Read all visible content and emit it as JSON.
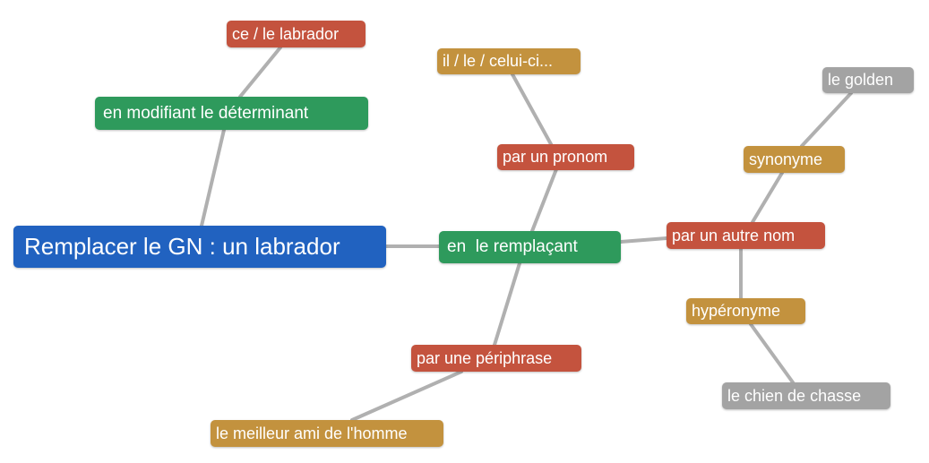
{
  "colors": {
    "root": "#2162c0",
    "green": "#2e9a5c",
    "red": "#c4533e",
    "gold": "#c3923e",
    "gray": "#a3a3a3",
    "link": "#b0b0b0"
  },
  "mindmap": {
    "root": {
      "label": "Remplacer le GN : un labrador"
    },
    "modifier": {
      "label": "en modifiant le déterminant"
    },
    "modifier_example": {
      "label": "ce / le labrador"
    },
    "replacer": {
      "label": "en  le remplaçant"
    },
    "pronoun": {
      "label": "par un pronom"
    },
    "pronoun_example": {
      "label": "il / le / celui-ci..."
    },
    "other_noun": {
      "label": "par un autre nom"
    },
    "synonym": {
      "label": "synonyme"
    },
    "synonym_example": {
      "label": "le golden"
    },
    "hypernym": {
      "label": "hypéronyme"
    },
    "hypernym_example": {
      "label": "le chien de chasse"
    },
    "periphrase": {
      "label": "par une périphrase"
    },
    "periphrase_example": {
      "label": "le meilleur ami de l'homme"
    }
  }
}
